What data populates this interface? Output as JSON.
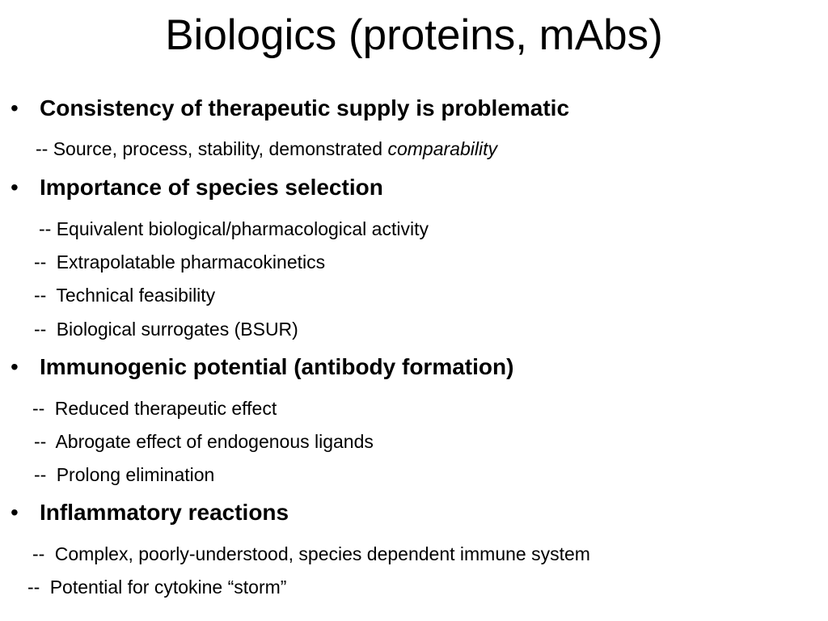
{
  "slide": {
    "title": "Biologics (proteins, mAbs)",
    "bullet_char": "•",
    "sections": [
      {
        "heading": "Consistency of therapeutic supply is problematic",
        "items": [
          {
            "dash": "--",
            "text": "Source, process, stability, demonstrated ",
            "italic": "comparability"
          }
        ]
      },
      {
        "heading": "Importance of species selection",
        "items": [
          {
            "dash": "--",
            "text": "Equivalent biological/pharmacological activity"
          },
          {
            "dash": "--",
            "text": "Extrapolatable pharmacokinetics"
          },
          {
            "dash": "--",
            "text": "Technical feasibility"
          },
          {
            "dash": "--",
            "text": "Biological surrogates (BSUR)"
          }
        ]
      },
      {
        "heading": "Immunogenic potential (antibody formation)",
        "items": [
          {
            "dash": "--",
            "text": "Reduced therapeutic effect"
          },
          {
            "dash": "--",
            "text": "Abrogate effect of endogenous ligands"
          },
          {
            "dash": "--",
            "text": "Prolong elimination"
          }
        ]
      },
      {
        "heading": "Inflammatory reactions",
        "items": [
          {
            "dash": "--",
            "text": "Complex, poorly-understood, species dependent immune system"
          },
          {
            "dash": "--",
            "text": "Potential for cytokine “storm”"
          }
        ]
      }
    ]
  }
}
